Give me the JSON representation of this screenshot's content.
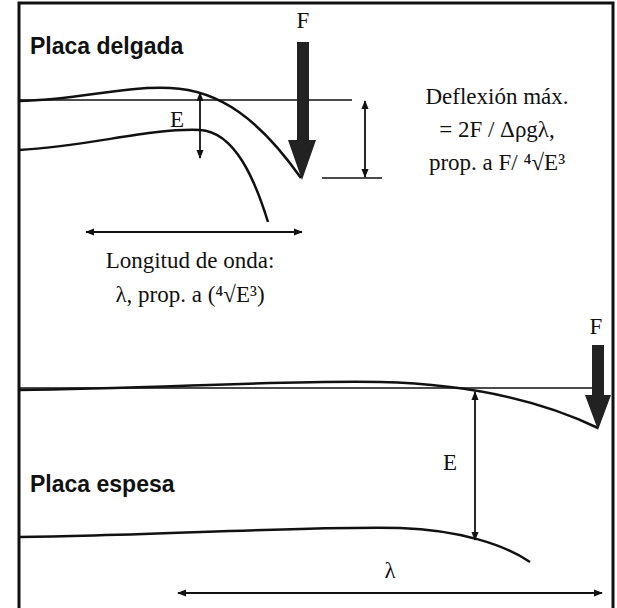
{
  "diagram": {
    "labels": [
      "Placa delgada",
      "F",
      "E",
      "Deflexión máx.",
      "= 2F / Δρgλ,",
      "prop. a F/ ⁴√E³",
      "Longitud de onda:",
      "λ, prop. a (⁴√E³)",
      "F",
      "Placa espesa",
      "E",
      "λ"
    ]
  }
}
